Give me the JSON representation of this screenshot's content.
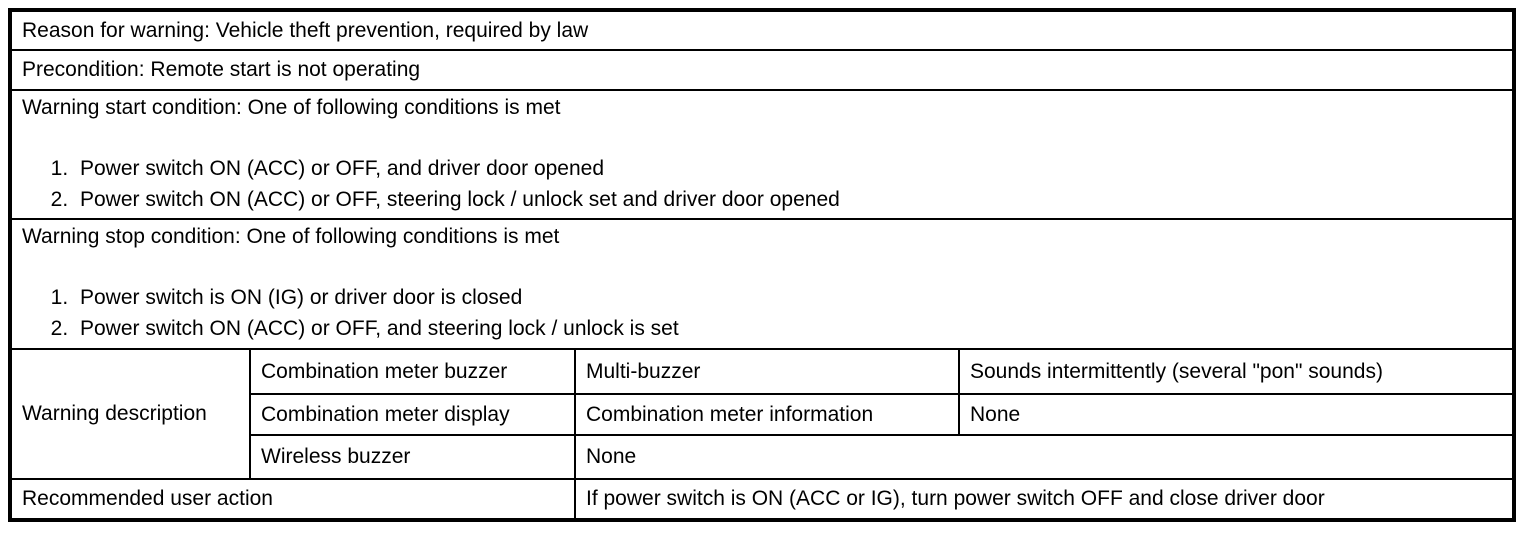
{
  "colors": {
    "border": "#000000",
    "text": "#000000",
    "background": "#ffffff"
  },
  "reason_row": {
    "text": "Reason for warning: Vehicle theft prevention, required by law"
  },
  "precondition_row": {
    "text": "Precondition: Remote start is not operating"
  },
  "start_condition": {
    "intro": "Warning start condition: One of following conditions is met",
    "item1": "Power switch ON (ACC) or OFF, and driver door opened",
    "item2": "Power switch ON (ACC) or OFF, steering lock / unlock set and driver door opened"
  },
  "stop_condition": {
    "intro": "Warning stop condition: One of following conditions is met",
    "item1": "Power switch is ON (IG) or driver door is closed",
    "item2": "Power switch ON (ACC) or OFF, and steering lock / unlock is set"
  },
  "warning_description": {
    "label": "Warning description",
    "row1": {
      "device": "Combination meter buzzer",
      "channel": "Multi-buzzer",
      "behavior": "Sounds intermittently (several \"pon\" sounds)"
    },
    "row2": {
      "device": "Combination meter display",
      "channel": "Combination meter information",
      "behavior": "None"
    },
    "row3": {
      "device": "Wireless buzzer",
      "behavior": "None"
    }
  },
  "recommended_action": {
    "label": "Recommended user action",
    "value": "If power switch is ON (ACC or IG), turn power switch OFF and close driver door"
  }
}
